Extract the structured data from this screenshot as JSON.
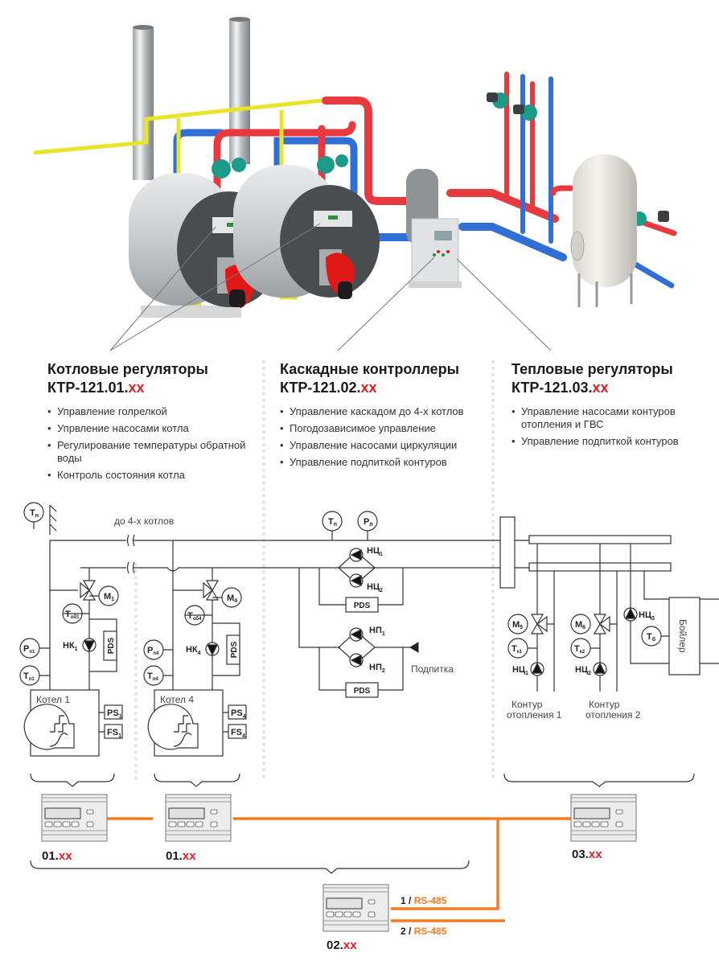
{
  "colors": {
    "accent_red": "#e31e24",
    "bus_orange": "#f47b20",
    "pipe_red": "#e63a3f",
    "pipe_blue": "#2f6fd6",
    "gas_yellow": "#e8e428",
    "line": "#333333"
  },
  "columns": [
    {
      "title": "Котловые регуляторы",
      "model_prefix": "КТР-121.01.",
      "model_suffix": "xx",
      "bullets": [
        "Управление голрелкой",
        "Упрвление насосами котла",
        "Регулирование температуры обратной воды",
        "Контроль состояния котла"
      ]
    },
    {
      "title": "Каскадные контроллеры",
      "model_prefix": "КТР-121.02.",
      "model_suffix": "xx",
      "bullets": [
        "Управление каскадом до 4-х котлов",
        "Погодозависимое управление",
        "Управление насосами циркуляции",
        "Управление подпиткой контуров"
      ]
    },
    {
      "title": "Тепловые регуляторы",
      "model_prefix": "КТР-121.03.",
      "model_suffix": "xx",
      "bullets": [
        "Управление насосами контуров отопления и ГВС",
        "Управление подпиткой контуров"
      ]
    }
  ],
  "schematic": {
    "up_to_boilers": "до 4-х котлов",
    "sensors": {
      "outdoor_temp": {
        "main": "T",
        "sub": "н"
      },
      "supply_temp": {
        "main": "T",
        "sub": "п"
      },
      "supply_pressure": {
        "main": "P",
        "sub": "п"
      },
      "m1": {
        "main": "M",
        "sub": "1"
      },
      "m4": {
        "main": "M",
        "sub": "4"
      },
      "t_ob1": {
        "main": "T",
        "sub": "об1"
      },
      "t_ob4": {
        "main": "T",
        "sub": "об4"
      },
      "p_p1": {
        "main": "P",
        "sub": "п1"
      },
      "t_p1": {
        "main": "T",
        "sub": "п1"
      },
      "p_p4": {
        "main": "P",
        "sub": "п4"
      },
      "t_p4": {
        "main": "T",
        "sub": "п4"
      },
      "m5": {
        "main": "M",
        "sub": "5"
      },
      "m6": {
        "main": "M",
        "sub": "6"
      },
      "t_k1": {
        "main": "T",
        "sub": "к1"
      },
      "t_k2": {
        "main": "T",
        "sub": "к2"
      },
      "t_b": {
        "main": "T",
        "sub": "б"
      }
    },
    "pumps": {
      "nk1": {
        "main": "НК",
        "sub": "1"
      },
      "nk4": {
        "main": "НК",
        "sub": "4"
      },
      "nc1": {
        "main": "НЦ",
        "sub": "1"
      },
      "nc2": {
        "main": "НЦ",
        "sub": "2"
      },
      "np1": {
        "main": "НП",
        "sub": "1"
      },
      "np2": {
        "main": "НП",
        "sub": "2"
      },
      "hc1": {
        "main": "НЦ",
        "sub": "1"
      },
      "hc2": {
        "main": "НЦ",
        "sub": "2"
      },
      "hc3": {
        "main": "НЦ",
        "sub": "3"
      }
    },
    "pds": "PDS",
    "boiler1": "Котел 1",
    "boiler4": "Котел 4",
    "ps1": {
      "main": "PS",
      "sub": "1"
    },
    "fs1": {
      "main": "FS",
      "sub": "1"
    },
    "ps4": {
      "main": "PS",
      "sub": "4"
    },
    "fs4": {
      "main": "FS",
      "sub": "4"
    },
    "makeup": "Подпитка",
    "boiler_tank": "Бойлер",
    "circuit1": [
      "Контур",
      "отопления 1"
    ],
    "circuit2": [
      "Контур",
      "отопления 2"
    ]
  },
  "devices": [
    {
      "prefix": "01.",
      "suffix": "xx"
    },
    {
      "prefix": "01.",
      "suffix": "xx"
    },
    {
      "prefix": "03.",
      "suffix": "xx"
    },
    {
      "prefix": "02.",
      "suffix": "xx"
    }
  ],
  "bus": [
    {
      "num": "1 / ",
      "name": "RS-485"
    },
    {
      "num": "2 / ",
      "name": "RS-485"
    }
  ]
}
